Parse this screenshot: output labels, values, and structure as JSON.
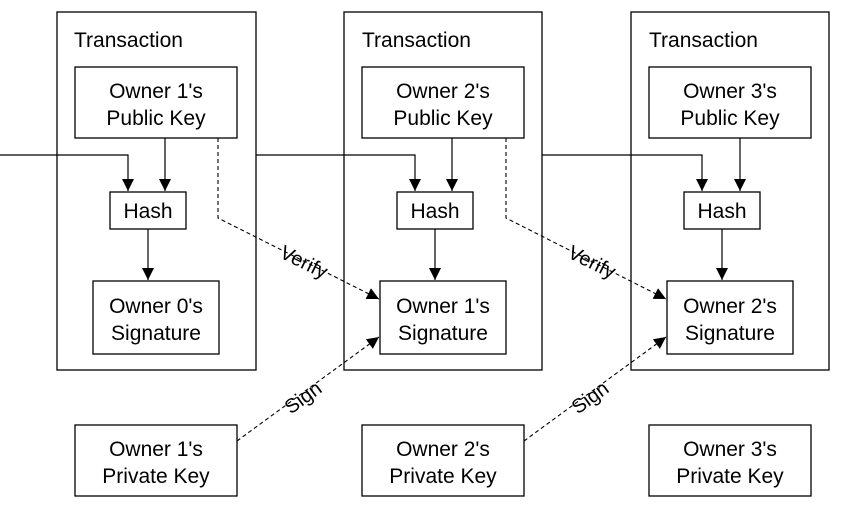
{
  "diagram": {
    "transactions": [
      {
        "title": "Transaction",
        "public_key": [
          "Owner 1's",
          "Public Key"
        ],
        "hash": "Hash",
        "signature": [
          "Owner 0's",
          "Signature"
        ]
      },
      {
        "title": "Transaction",
        "public_key": [
          "Owner 2's",
          "Public Key"
        ],
        "hash": "Hash",
        "signature": [
          "Owner 1's",
          "Signature"
        ]
      },
      {
        "title": "Transaction",
        "public_key": [
          "Owner 3's",
          "Public Key"
        ],
        "hash": "Hash",
        "signature": [
          "Owner 2's",
          "Signature"
        ]
      }
    ],
    "private_keys": [
      [
        "Owner 1's",
        "Private Key"
      ],
      [
        "Owner 2's",
        "Private Key"
      ],
      [
        "Owner 3's",
        "Private Key"
      ]
    ],
    "verify_label": "Verify",
    "sign_label": "Sign"
  }
}
